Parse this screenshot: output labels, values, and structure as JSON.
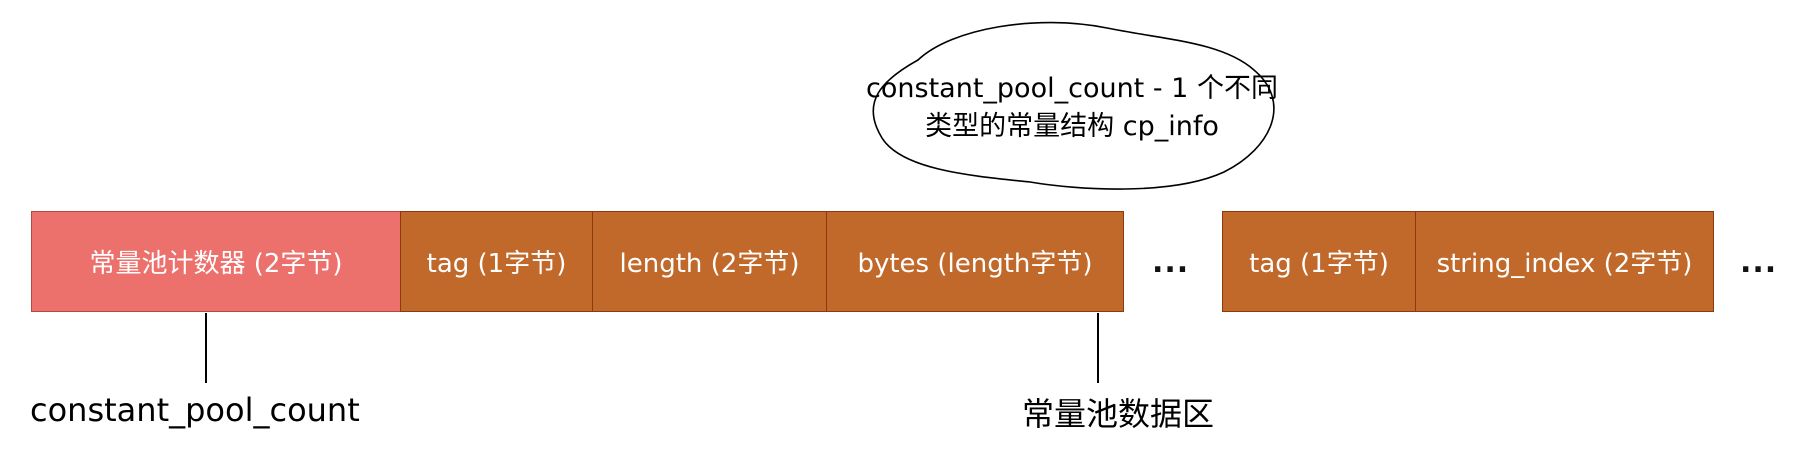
{
  "cells": [
    {
      "label": "常量池计数器 (2字节)",
      "color": "#ec706c"
    },
    {
      "label": "tag (1字节)",
      "color": "#c0692b"
    },
    {
      "label": "length (2字节)",
      "color": "#c0692b"
    },
    {
      "label": "bytes (length字节)",
      "color": "#c0692b"
    },
    {
      "label": "tag (1字节)",
      "color": "#c0692b"
    },
    {
      "label": "string_index (2字节)",
      "color": "#c0692b"
    }
  ],
  "ellipsis": "...",
  "cloud": {
    "line1": "constant_pool_count - 1 个不同",
    "line2": "类型的常量结构 cp_info"
  },
  "labels": {
    "constant_pool_count": "constant_pool_count",
    "pool_data_area": "常量池数据区"
  }
}
